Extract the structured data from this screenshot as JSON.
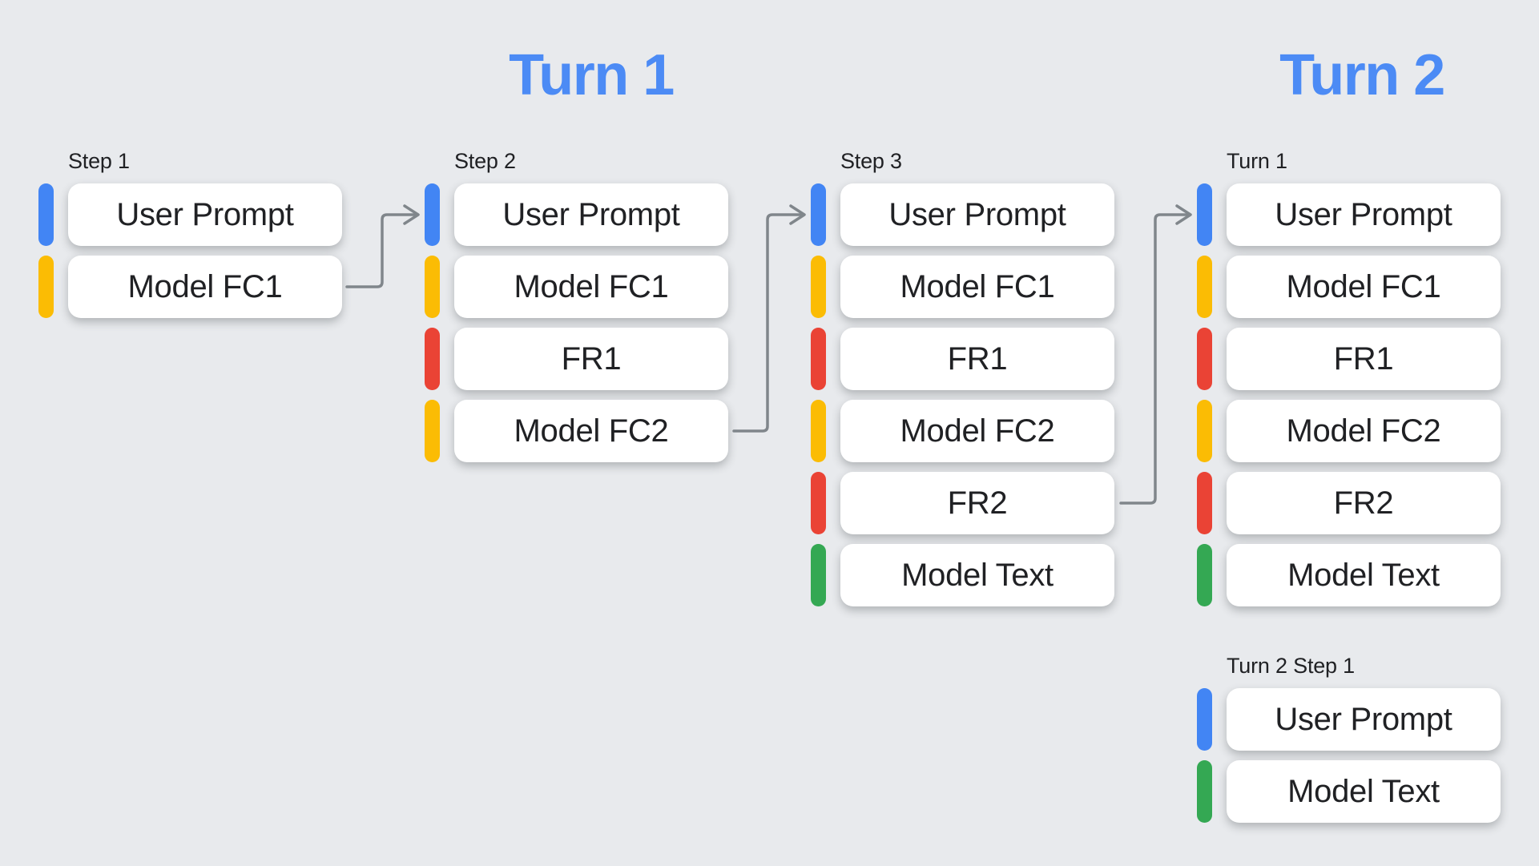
{
  "colors": {
    "background": "#E8EAED",
    "blue": "#4285F4",
    "yellow": "#FBBC04",
    "red": "#EA4335",
    "green": "#34A853",
    "header": "#4C8BF5",
    "connector": "#80868B",
    "text": "#202124",
    "card_background": "#FFFFFF"
  },
  "headers": [
    {
      "label": "Turn 1"
    },
    {
      "label": "Turn 2"
    }
  ],
  "columns": [
    {
      "label": "Step 1",
      "items": [
        {
          "text": "User Prompt",
          "color": "blue"
        },
        {
          "text": "Model FC1",
          "color": "yellow"
        }
      ]
    },
    {
      "label": "Step 2",
      "items": [
        {
          "text": "User Prompt",
          "color": "blue"
        },
        {
          "text": "Model FC1",
          "color": "yellow"
        },
        {
          "text": "FR1",
          "color": "red"
        },
        {
          "text": "Model FC2",
          "color": "yellow"
        }
      ]
    },
    {
      "label": "Step 3",
      "items": [
        {
          "text": "User Prompt",
          "color": "blue"
        },
        {
          "text": "Model FC1",
          "color": "yellow"
        },
        {
          "text": "FR1",
          "color": "red"
        },
        {
          "text": "Model FC2",
          "color": "yellow"
        },
        {
          "text": "FR2",
          "color": "red"
        },
        {
          "text": "Model Text",
          "color": "green"
        }
      ]
    },
    {
      "label": "Turn 1",
      "items": [
        {
          "text": "User Prompt",
          "color": "blue"
        },
        {
          "text": "Model FC1",
          "color": "yellow"
        },
        {
          "text": "FR1",
          "color": "red"
        },
        {
          "text": "Model FC2",
          "color": "yellow"
        },
        {
          "text": "FR2",
          "color": "red"
        },
        {
          "text": "Model Text",
          "color": "green"
        }
      ]
    },
    {
      "label": "Turn 2 Step 1",
      "items": [
        {
          "text": "User Prompt",
          "color": "blue"
        },
        {
          "text": "Model Text",
          "color": "green"
        }
      ]
    }
  ]
}
